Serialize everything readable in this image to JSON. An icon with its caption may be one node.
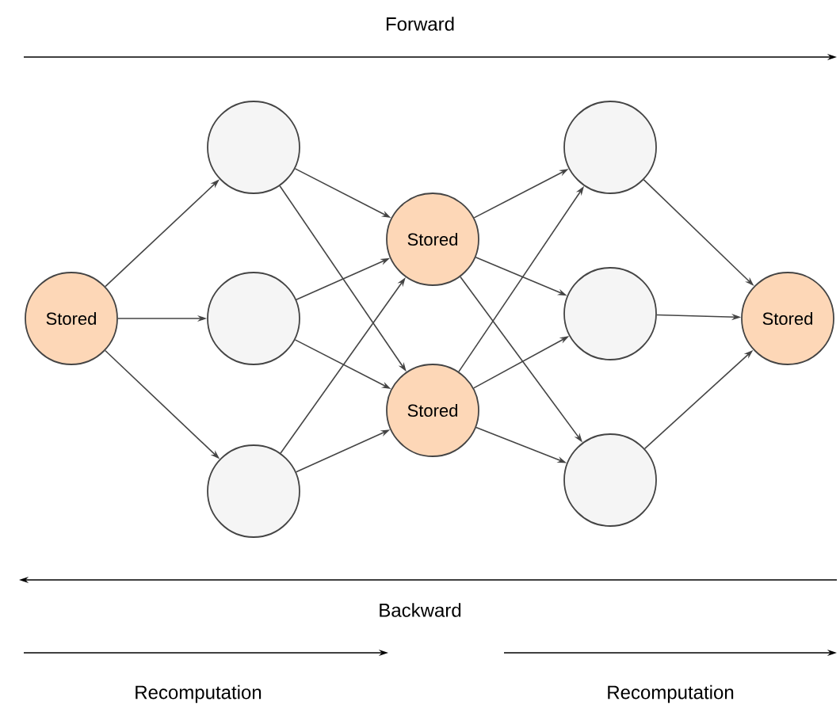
{
  "diagram": {
    "nodes": [
      {
        "text": [
          "Stored"
        ]
      },
      {
        "text": [],
        "shape": "circle"
      },
      {
        "text": [],
        "shape": "circle"
      },
      {
        "text": [],
        "shape": "circle"
      },
      {
        "text": [
          "Stored"
        ]
      },
      {
        "text": [
          "Stored"
        ]
      },
      {
        "text": [],
        "shape": "circle"
      },
      {
        "text": [],
        "shape": "circle"
      },
      {
        "text": [],
        "shape": "circle"
      },
      {
        "text": [
          "Stored"
        ]
      }
    ],
    "edges": [
      {
        "from": 0,
        "to": 1,
        "arrow": "to"
      },
      {
        "from": 0,
        "to": 2,
        "arrow": "to"
      },
      {
        "from": 0,
        "to": 3,
        "arrow": "to"
      },
      {
        "from": 1,
        "to": 4,
        "arrow": "to"
      },
      {
        "from": 1,
        "to": 5,
        "arrow": "to"
      },
      {
        "from": 2,
        "to": 4,
        "arrow": "to"
      },
      {
        "from": 2,
        "to": 5,
        "arrow": "to"
      },
      {
        "from": 3,
        "to": 4,
        "arrow": "to"
      },
      {
        "from": 3,
        "to": 5,
        "arrow": "to"
      },
      {
        "from": 4,
        "to": 6,
        "arrow": "to"
      },
      {
        "from": 4,
        "to": 7,
        "arrow": "to"
      },
      {
        "from": 4,
        "to": 8,
        "arrow": "to"
      },
      {
        "from": 5,
        "to": 6,
        "arrow": "to"
      },
      {
        "from": 5,
        "to": 7,
        "arrow": "to"
      },
      {
        "from": 5,
        "to": 8,
        "arrow": "to"
      },
      {
        "from": 6,
        "to": 9,
        "arrow": "to"
      },
      {
        "from": 7,
        "to": 9,
        "arrow": "to"
      },
      {
        "from": 8,
        "to": 9,
        "arrow": "to"
      }
    ],
    "labels": [
      "Forward",
      "Backward",
      "Recomputation",
      "Recomputation"
    ]
  }
}
